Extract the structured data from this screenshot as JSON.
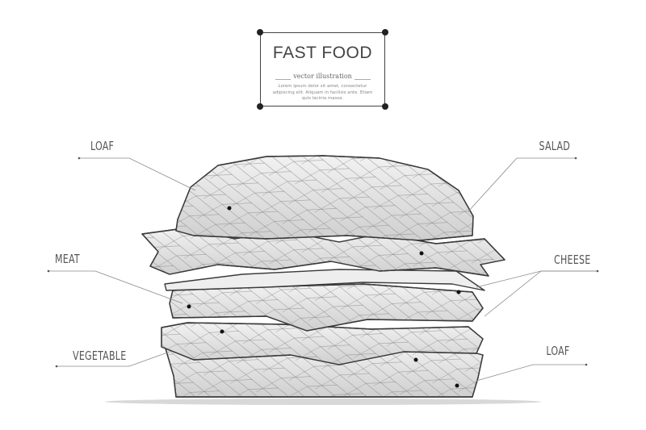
{
  "title": {
    "heading": "FAST FOOD",
    "subheading": "vector illustration",
    "body": "Lorem ipsum dolor sit amet, consectetur adipiscing elit. Aliquam in facilisis ante. Etiam quis lacinia massa."
  },
  "labels": {
    "loaf_top": "LOAF",
    "salad": "SALAD",
    "meat": "MEAT",
    "cheese": "CHEESE",
    "vegetable": "VEGETABLE",
    "loaf_bottom": "LOAF"
  },
  "colors": {
    "line": "#3a3a3a",
    "fill": "#e6e6e6",
    "background": "#ffffff"
  }
}
